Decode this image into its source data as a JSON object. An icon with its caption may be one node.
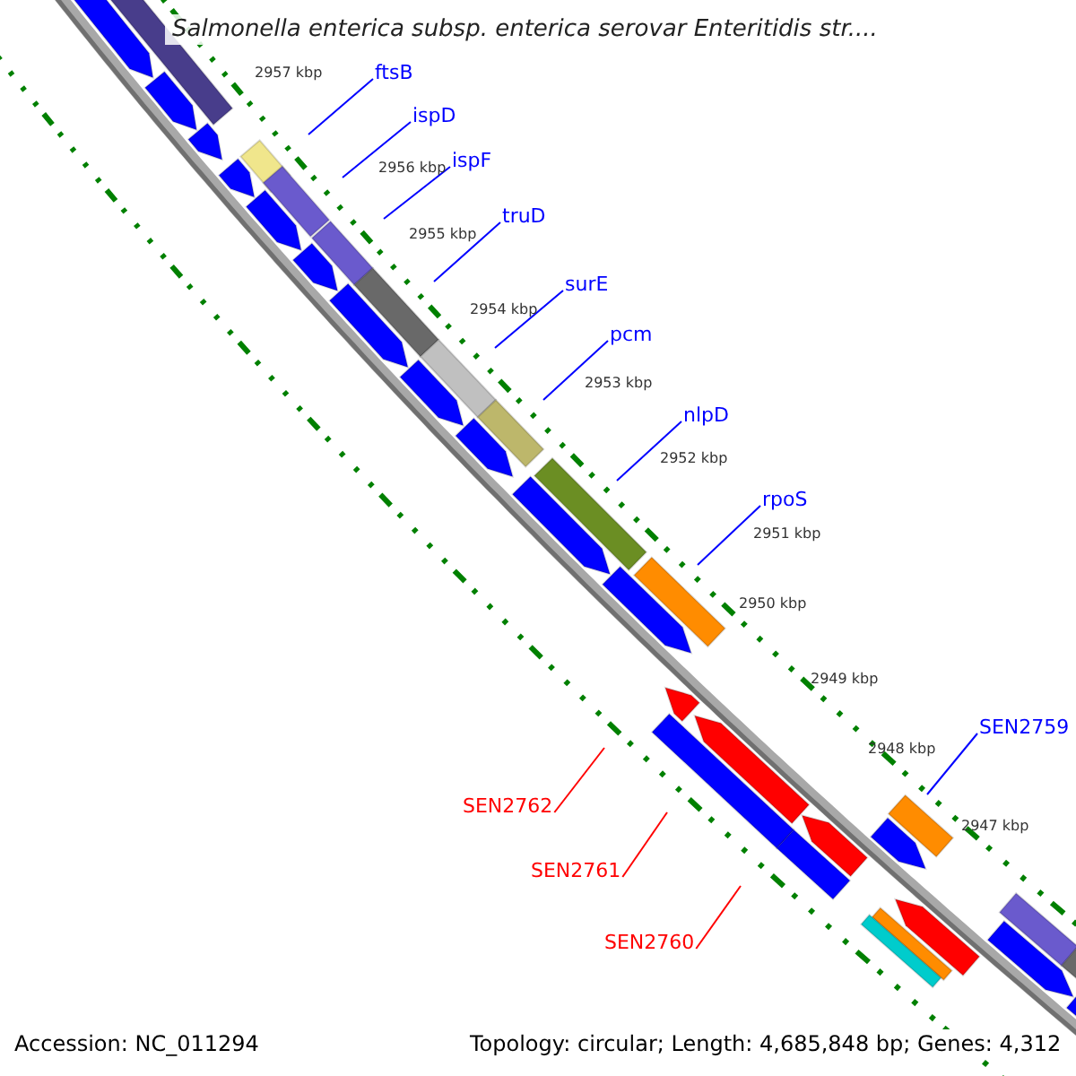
{
  "diagram": {
    "title": "Salmonella enterica subsp. enterica serovar Enteritidis str....",
    "nodes": [
      {
        "text": [
          "ftsB"
        ]
      },
      {
        "text": [
          "ispD"
        ]
      },
      {
        "text": [
          "ispF"
        ]
      },
      {
        "text": [
          "truD"
        ]
      },
      {
        "text": [
          "surE"
        ]
      },
      {
        "text": [
          "pcm"
        ]
      },
      {
        "text": [
          "nlpD"
        ]
      },
      {
        "text": [
          "rpoS"
        ]
      },
      {
        "text": [
          "SEN2759"
        ]
      },
      {
        "text": [
          "SEN2762"
        ]
      },
      {
        "text": [
          "SEN2761"
        ]
      },
      {
        "text": [
          "SEN2760"
        ]
      }
    ],
    "edges": [
      {
        "from": 0,
        "to": null,
        "arrow": "none"
      },
      {
        "from": 1,
        "to": null,
        "arrow": "none"
      },
      {
        "from": 2,
        "to": null,
        "arrow": "none"
      },
      {
        "from": 3,
        "to": null,
        "arrow": "none"
      },
      {
        "from": 4,
        "to": null,
        "arrow": "none"
      },
      {
        "from": 5,
        "to": null,
        "arrow": "none"
      },
      {
        "from": 6,
        "to": null,
        "arrow": "none"
      },
      {
        "from": 7,
        "to": null,
        "arrow": "none"
      },
      {
        "from": 8,
        "to": null,
        "arrow": "none"
      },
      {
        "from": 9,
        "to": null,
        "arrow": "none",
        "color": "#ff0000"
      },
      {
        "from": 10,
        "to": null,
        "arrow": "none",
        "color": "#ff0000"
      },
      {
        "from": 11,
        "to": null,
        "arrow": "none",
        "color": "#ff0000"
      }
    ],
    "labels": [
      "2957 kbp",
      "2956 kbp",
      "2955 kbp",
      "2954 kbp",
      "2953 kbp",
      "2952 kbp",
      "2951 kbp",
      "2950 kbp",
      "2949 kbp",
      "2948 kbp",
      "2947 kbp",
      "Accession: NC_011294",
      "Topology: circular; Length: 4,685,848 bp; Genes: 4,312"
    ]
  }
}
